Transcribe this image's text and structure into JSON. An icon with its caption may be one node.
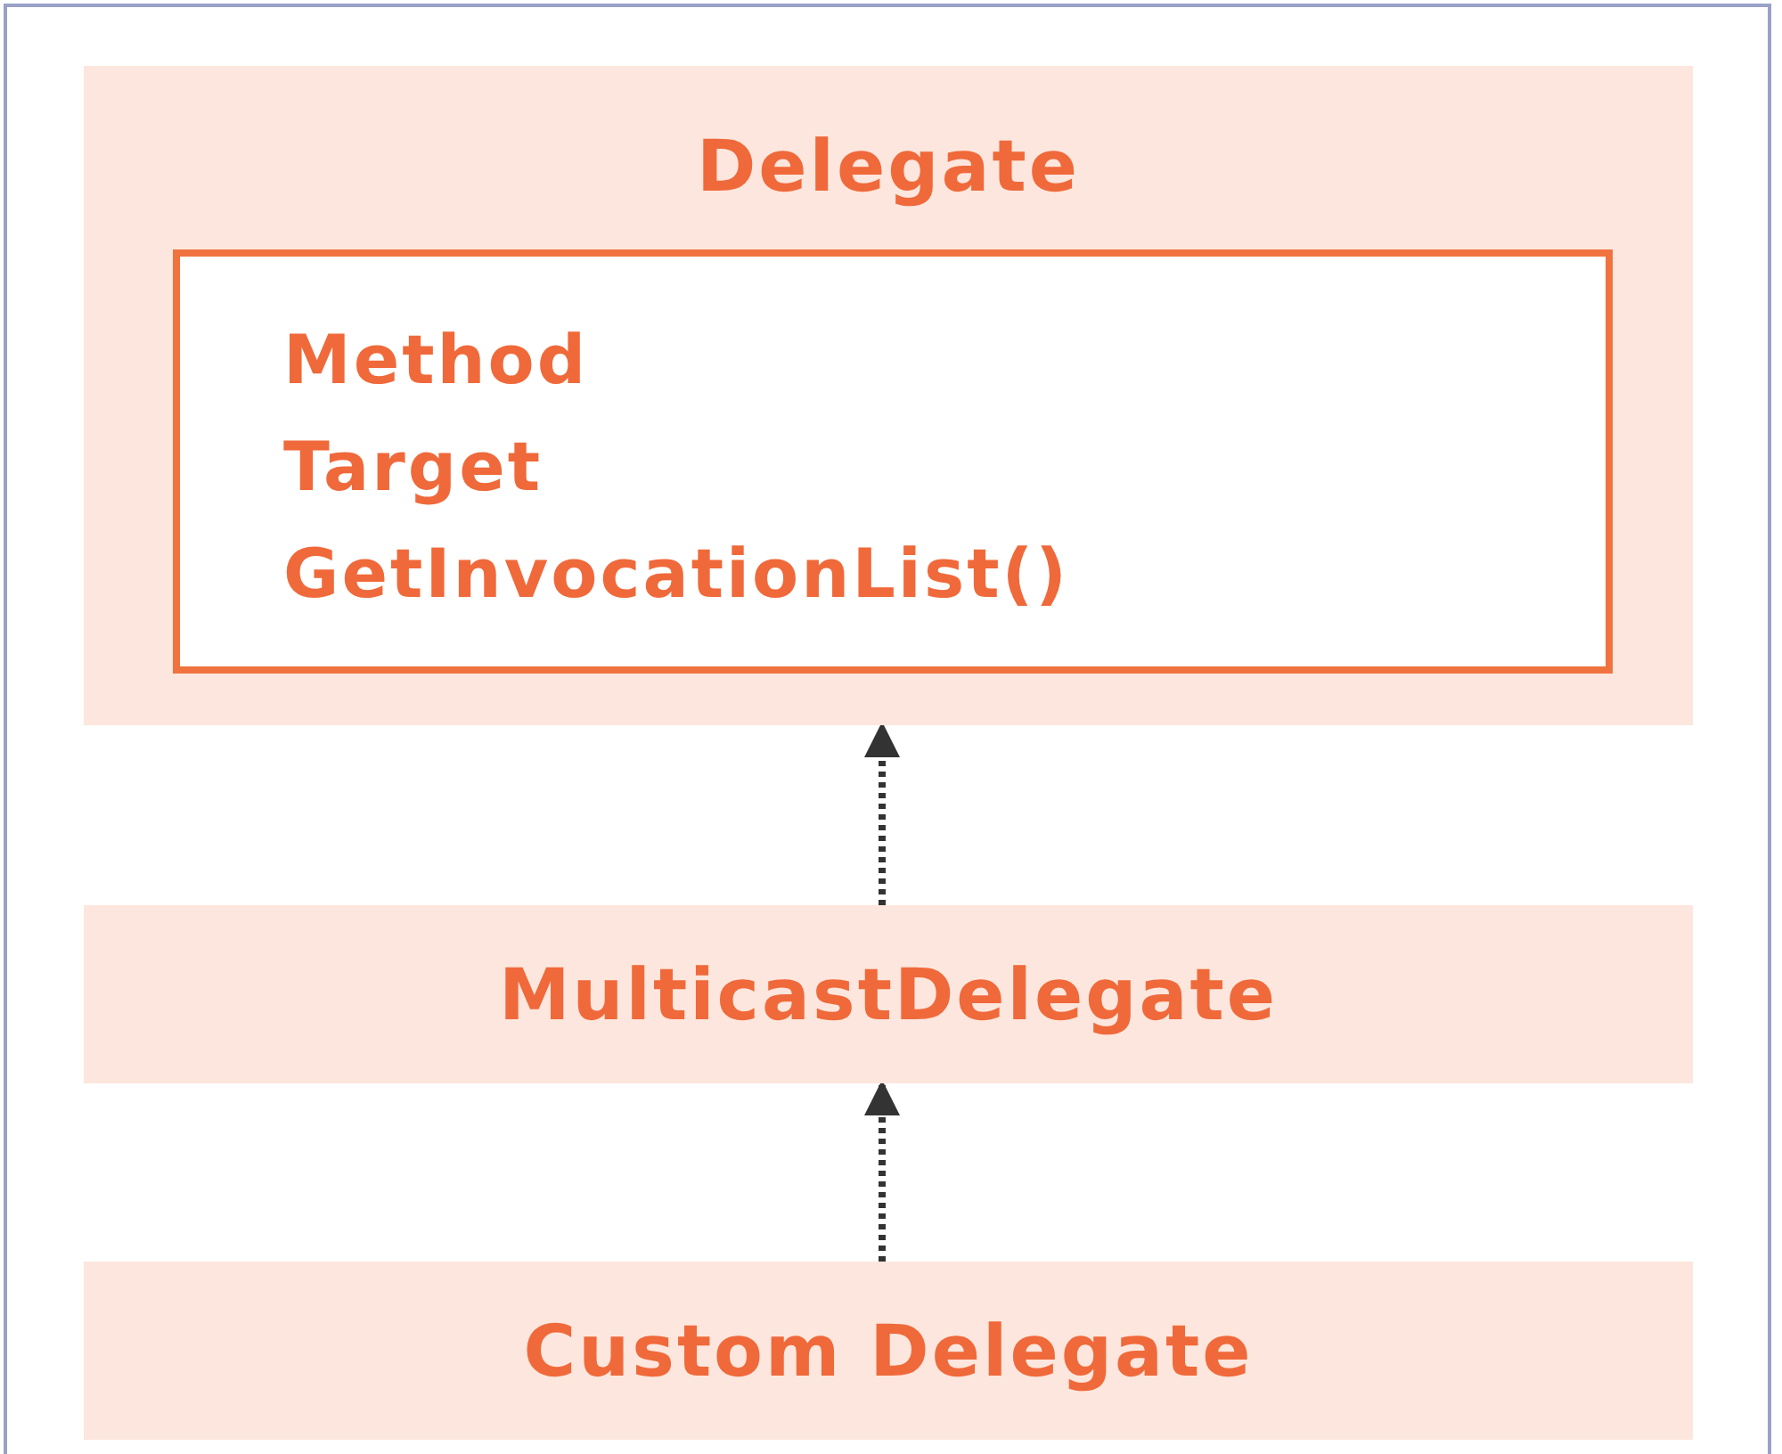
{
  "diagram": {
    "nodes": [
      {
        "text": [
          "Delegate"
        ]
      },
      {
        "text": [
          "Method",
          "Target",
          "GetInvocationList()"
        ],
        "in": 0
      },
      {
        "text": [
          "MulticastDelegate"
        ]
      },
      {
        "text": [
          "Custom Delegate"
        ]
      }
    ],
    "edges": [
      {
        "from": 2,
        "to": 0,
        "arrow": "to",
        "style": "dashed"
      },
      {
        "from": 3,
        "to": 2,
        "arrow": "to",
        "style": "dashed"
      }
    ]
  }
}
